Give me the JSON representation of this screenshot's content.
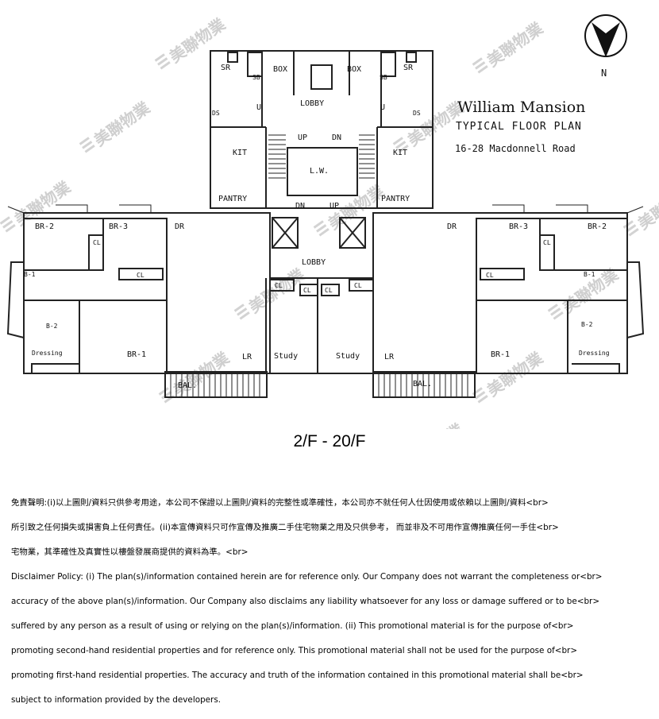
{
  "plan": {
    "title": "William Mansion",
    "subtitle": "TYPICAL FLOOR PLAN",
    "address": "16-28 Macdonnell Road",
    "north": "N",
    "rooms": {
      "sr": "SR",
      "sb": "SB",
      "box": "BOX",
      "lobby": "LOBBY",
      "u": "U",
      "ds": "DS",
      "up": "UP",
      "dn": "DN",
      "kit": "KIT",
      "lw": "L.W.",
      "pantry": "PANTRY",
      "br2": "BR-2",
      "br3": "BR-3",
      "br1": "BR-1",
      "dr": "DR",
      "cl": "CL",
      "b1": "B-1",
      "b2": "B-2",
      "dressing": "Dressing",
      "lr": "LR",
      "study": "Study",
      "bal": "BAL."
    }
  },
  "watermark": "美聯物業",
  "floor_range": "2/F - 20/F",
  "disclaimer": [
    "免責聲明:(i)以上圖則/資料只供參考用途，本公司不保證以上圖則/資料的完整性或準確性，本公司亦不就任何人仕因使用或依賴以上圖則/資料<br>",
    "所引致之任何損失或損害負上任何責任。(ii)本宣傳資料只可作宣傳及推廣二手住宅物業之用及只供參考， 而並非及不可用作宣傳推廣任何一手住<br>",
    "宅物業，其準確性及真實性以樓盤發展商提供的資料為準。<br>",
    "Disclaimer Policy: (i) The plan(s)/information contained herein are for reference only. Our Company does not warrant the completeness or<br>",
    "accuracy of the above plan(s)/information. Our Company also disclaims any liability whatsoever for any loss or damage suffered or to be<br>",
    "suffered by any person as a result of using or relying on the plan(s)/information. (ii) This promotional material is for the purpose of<br>",
    "promoting second-hand residential properties and for reference only. This promotional material shall not be used for the purpose of<br>",
    "promoting first-hand residential properties. The accuracy and truth of the information contained in this promotional material shall be<br>",
    "subject to information provided by the developers."
  ]
}
